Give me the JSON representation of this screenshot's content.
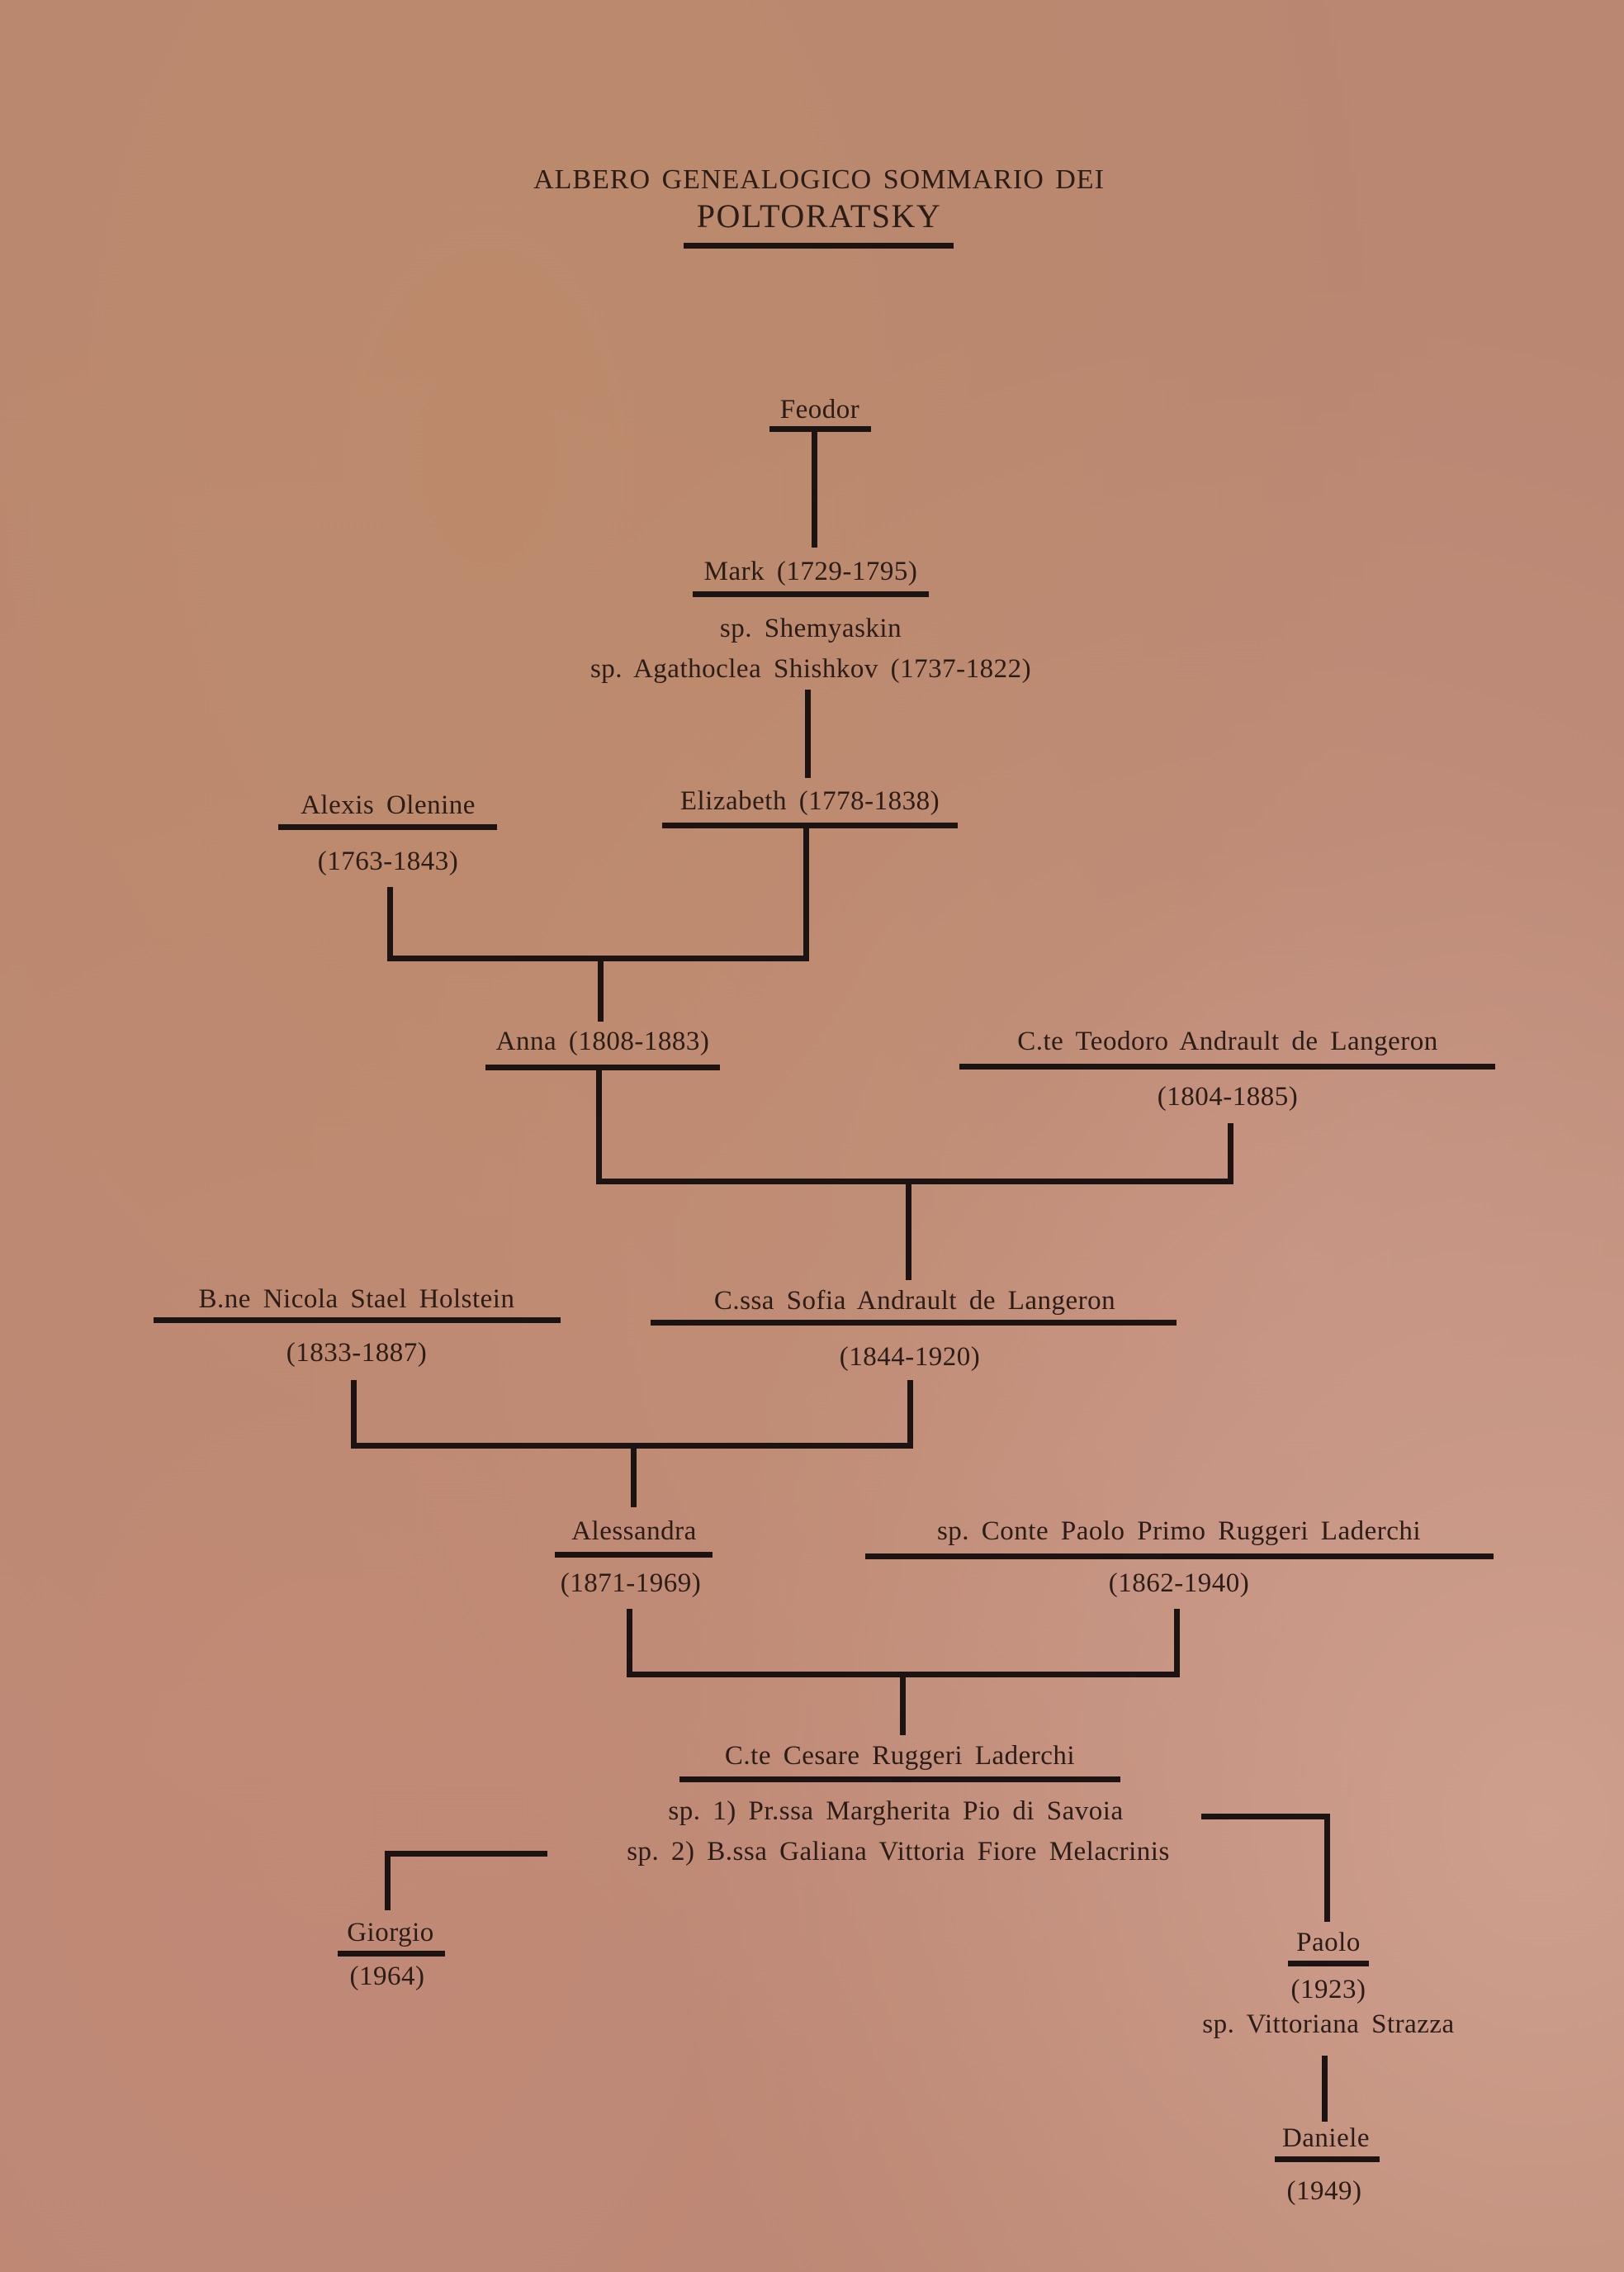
{
  "title": {
    "line1": "ALBERO GENEALOGICO SOMMARIO DEI",
    "line2": "POLTORATSKY"
  },
  "tree": {
    "feodor": {
      "name": "Feodor"
    },
    "mark": {
      "name": "Mark (1729-1795)",
      "spouse1": "sp. Shemyaskin",
      "spouse2": "sp. Agathoclea Shishkov (1737-1822)"
    },
    "alexis": {
      "name": "Alexis Olenine",
      "dates": "(1763-1843)"
    },
    "elizabeth": {
      "name": "Elizabeth (1778-1838)"
    },
    "anna": {
      "name": "Anna (1808-1883)"
    },
    "teodoro": {
      "name": "C.te Teodoro Andrault de Langeron",
      "dates": "(1804-1885)"
    },
    "nicola": {
      "name": "B.ne Nicola Stael Holstein",
      "dates": "(1833-1887)"
    },
    "sofia": {
      "name": "C.ssa Sofia Andrault de Langeron",
      "dates": "(1844-1920)"
    },
    "alessandra": {
      "name": "Alessandra",
      "dates": "(1871-1969)"
    },
    "paolo_primo": {
      "name": "sp. Conte Paolo Primo Ruggeri Laderchi",
      "dates": "(1862-1940)"
    },
    "cesare": {
      "name": "C.te Cesare Ruggeri Laderchi",
      "spouse1": "sp. 1) Pr.ssa Margherita Pio di Savoia",
      "spouse2": "sp. 2) B.ssa Galiana Vittoria Fiore Melacrinis"
    },
    "giorgio": {
      "name": "Giorgio",
      "dates": "(1964)"
    },
    "paolo": {
      "name": "Paolo",
      "dates": "(1923)",
      "spouse": "sp. Vittoriana Strazza"
    },
    "daniele": {
      "name": "Daniele",
      "dates": "(1949)"
    }
  },
  "colors": {
    "paper": "#b98772",
    "ink": "#1c1412"
  }
}
